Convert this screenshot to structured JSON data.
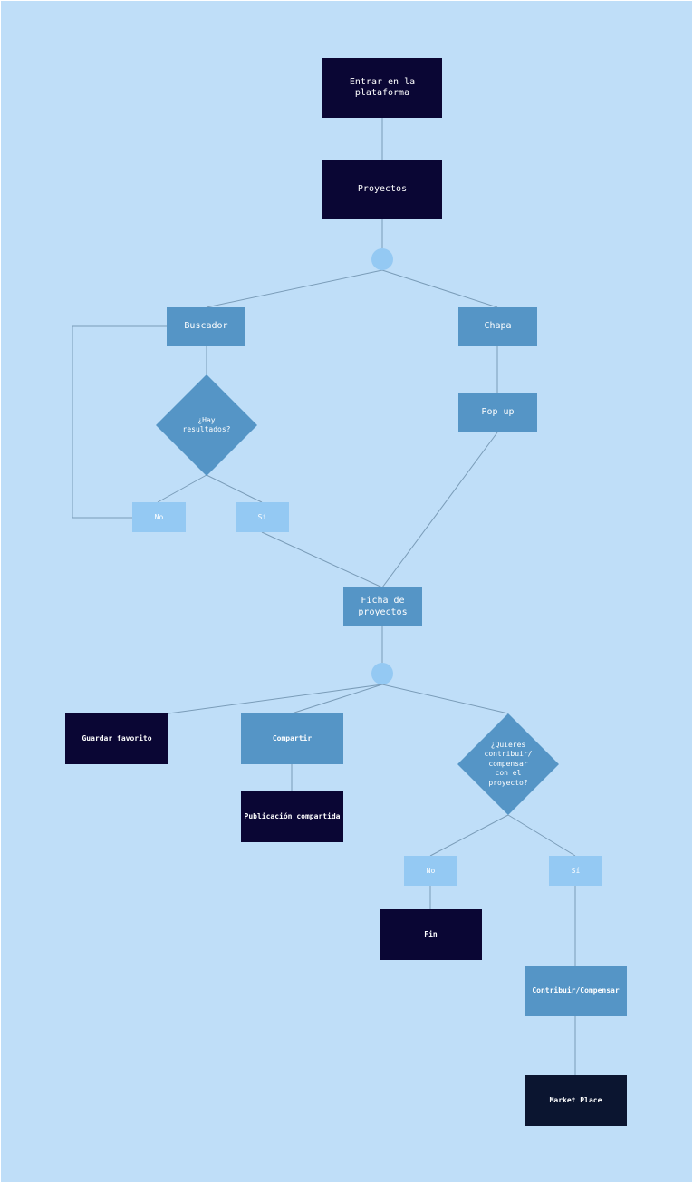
{
  "colors": {
    "background": "#bfdef8",
    "dark_node": "#0a0634",
    "mid_node": "#5595c6",
    "light_node": "#94c9f3",
    "connector": "#7a9cb8"
  },
  "nodes": {
    "entrar": "Entrar en la\nplataforma",
    "proyectos": "Proyectos",
    "buscador": "Buscador",
    "chapa": "Chapa",
    "hay_resultados": "¿Hay\nresultados?",
    "popup": "Pop up",
    "no_1": "No",
    "si_1": "Sí",
    "ficha": "Ficha de\nproyectos",
    "guardar": "Guardar favorito",
    "compartir": "Compartir",
    "quieres": "¿Quieres\ncontribuir/\ncompensar\ncon el\nproyecto?",
    "publicacion": "Publicación compartida",
    "no_2": "No",
    "si_2": "Sí",
    "fin": "Fin",
    "contribuir": "Contribuir/Compensar",
    "market": "Market Place"
  }
}
